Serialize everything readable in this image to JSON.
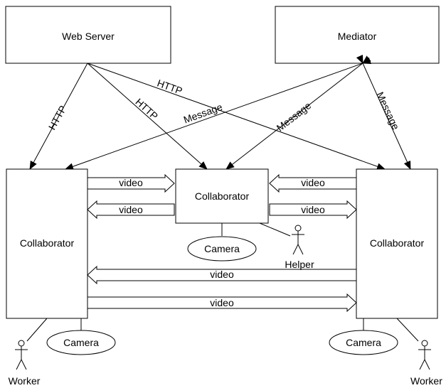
{
  "nodes": {
    "web_server": "Web Server",
    "mediator": "Mediator",
    "collaborator_left": "Collaborator",
    "collaborator_center": "Collaborator",
    "collaborator_right": "Collaborator",
    "camera_center": "Camera",
    "camera_left": "Camera",
    "camera_right": "Camera",
    "helper": "Helper",
    "worker_left": "Worker",
    "worker_right": "Worker"
  },
  "edges": {
    "http_ws_left": "HTTP",
    "http_ws_center": "HTTP",
    "http_ws_right": "HTTP",
    "msg_med_left": "Message",
    "msg_med_center": "Message",
    "msg_med_right": "Message",
    "video_l_to_c": "video",
    "video_c_to_l": "video",
    "video_r_to_c": "video",
    "video_c_to_r": "video",
    "video_r_to_l": "video",
    "video_l_to_r": "video"
  }
}
